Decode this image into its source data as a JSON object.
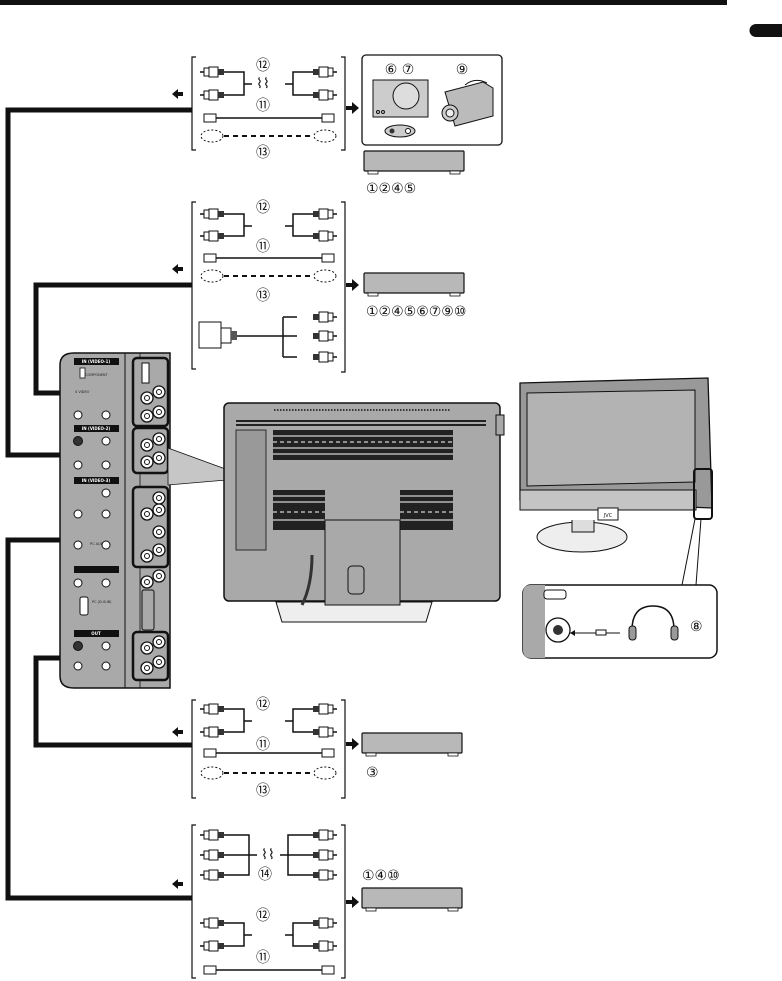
{
  "page": {
    "title": "TV connection diagram",
    "language_tab": ""
  },
  "colors": {
    "ink": "#111111",
    "panel_gray": "#a9a9a9",
    "device_gray": "#b8b8b8",
    "tv_dark": "#8c8c8c",
    "screen": "#b0b0b0",
    "bg": "#ffffff"
  },
  "cable_groups": [
    {
      "id": "group-1",
      "cables": [
        {
          "ref": "⑫",
          "type": "stereo-audio-rca"
        },
        {
          "ref": "⑪",
          "type": "video-rca"
        },
        {
          "ref": "⑬",
          "type": "s-video-optional"
        }
      ],
      "devices_label": [
        "⑥",
        "⑦",
        "⑨"
      ],
      "device_refs": "①②④⑤",
      "devices": [
        "camera",
        "game-console",
        "camcorder",
        "vcr-box"
      ]
    },
    {
      "id": "group-2",
      "cables": [
        {
          "ref": "⑫",
          "type": "stereo-audio-rca"
        },
        {
          "ref": "⑪",
          "type": "video-rca"
        },
        {
          "ref": "⑬",
          "type": "s-video-optional"
        },
        {
          "ref": "",
          "type": "d-terminal-to-component"
        }
      ],
      "device_refs": "①②④⑤⑥⑦⑨⑩",
      "devices": [
        "box"
      ]
    },
    {
      "id": "group-3",
      "cables": [
        {
          "ref": "⑫",
          "type": "stereo-audio-rca"
        },
        {
          "ref": "⑪",
          "type": "video-rca"
        },
        {
          "ref": "⑬",
          "type": "s-video-optional"
        }
      ],
      "device_refs": "③",
      "devices": [
        "box"
      ]
    },
    {
      "id": "group-4",
      "cables": [
        {
          "ref": "⑭",
          "type": "component-rca"
        },
        {
          "ref": "⑫",
          "type": "stereo-audio-rca"
        },
        {
          "ref": "⑪",
          "type": "video-rca"
        }
      ],
      "device_refs": "①④⑩",
      "devices": [
        "box"
      ]
    }
  ],
  "headphones": {
    "ref": "⑧"
  },
  "side_panel": {
    "sections": [
      "IN (VIDEO-1)",
      "IN (VIDEO-2)",
      "IN (VIDEO-3)",
      "OUT"
    ],
    "labels": [
      "COMPONENT",
      "S VIDEO",
      "VIDEO",
      "AUDIO",
      "PC AUDIO",
      "PC (D-SUB)"
    ]
  },
  "tv_brand": "JVC"
}
